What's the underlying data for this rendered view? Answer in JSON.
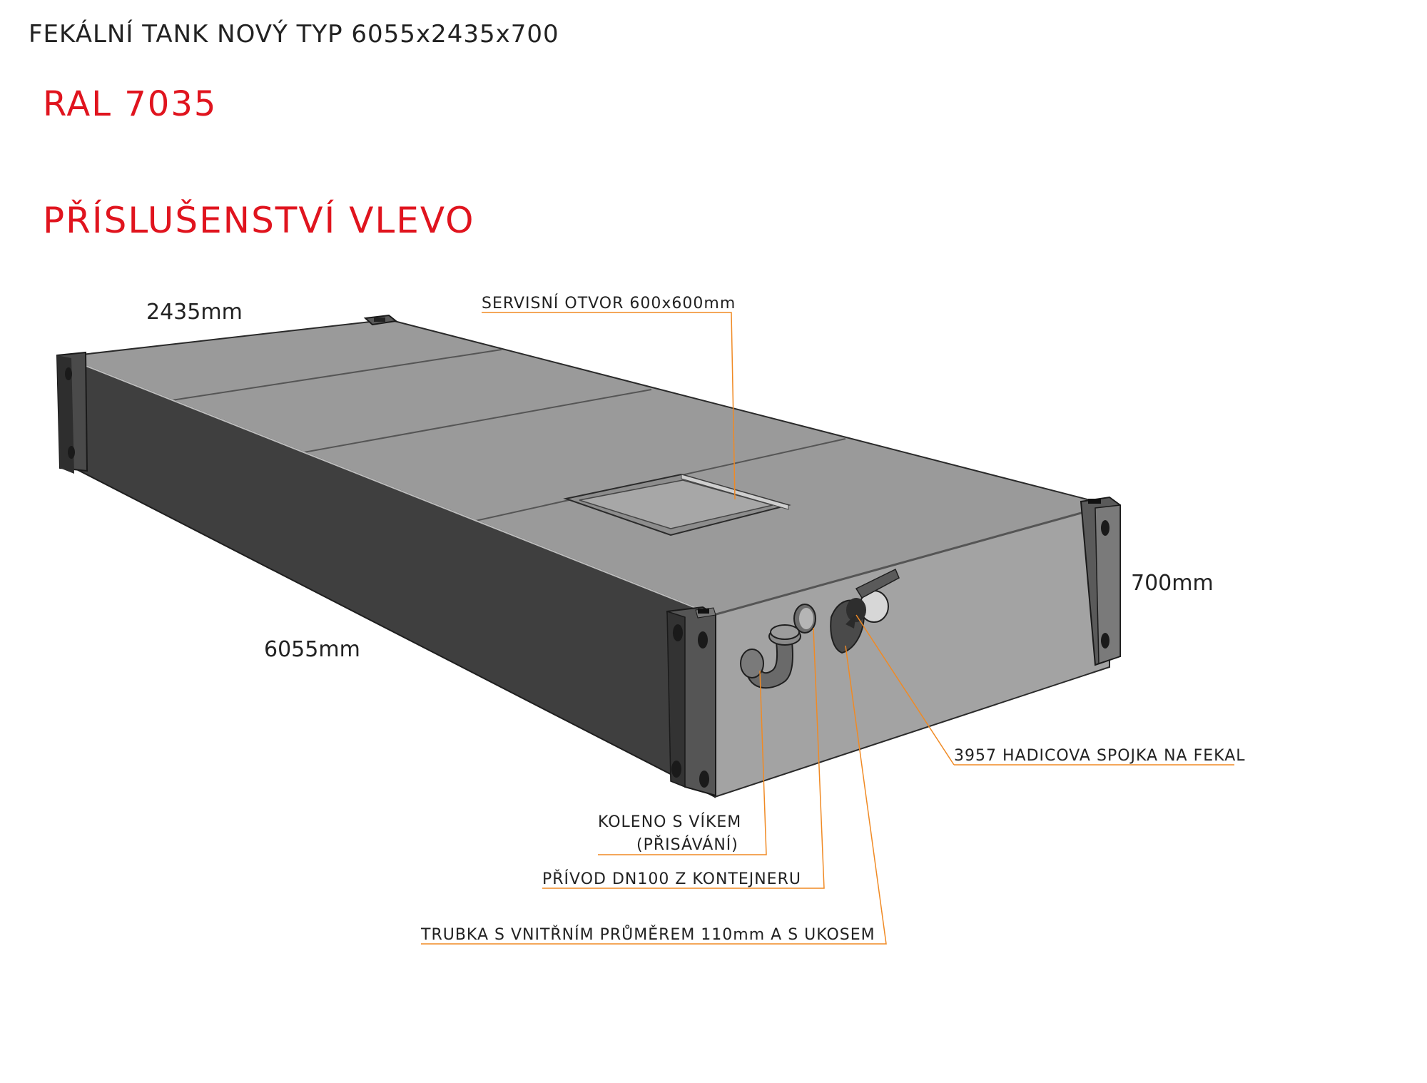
{
  "header": {
    "title": "FEKÁLNÍ TANK NOVÝ TYP 6055x2435x700",
    "color_code": "RAL 7035",
    "accessories_side": "PŘÍSLUŠENSTVÍ VLEVO"
  },
  "dimensions": {
    "width": "2435mm",
    "length": "6055mm",
    "height": "700mm"
  },
  "callouts": {
    "service_opening": "SERVISNÍ OTVOR 600x600mm",
    "hose_coupling": "3957 HADICOVA SPOJKA NA FEKAL",
    "elbow_line1": "KOLENO S VÍKEM",
    "elbow_line2": "(PŘISÁVÁNÍ)",
    "inlet": "PŘÍVOD DN100 Z KONTEJNERU",
    "pipe": "TRUBKA S VNITŘNÍM PRŮMĚREM 110mm A S UKOSEM"
  },
  "colors": {
    "accent_red": "#e0141e",
    "leader_orange": "#f08a24",
    "tank_top": "#9a9a9a",
    "tank_side": "#3f3f3f",
    "tank_end": "#a3a3a3"
  }
}
